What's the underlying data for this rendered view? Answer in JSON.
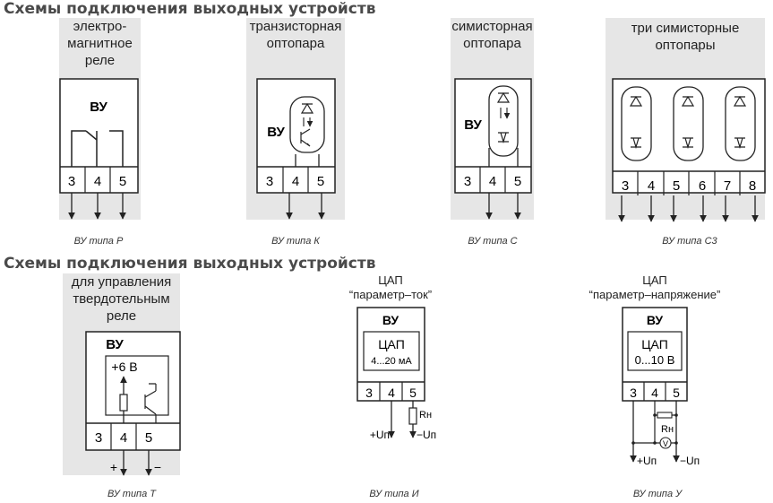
{
  "headings": {
    "row1": "Схемы подключения выходных устройств",
    "row2": "Схемы подключения выходных устройств"
  },
  "device_label": "ВУ",
  "devices": {
    "r": {
      "label_lines": [
        "электро-",
        "магнитное",
        "реле"
      ],
      "terminals": [
        "3",
        "4",
        "5"
      ],
      "caption": "ВУ типа Р"
    },
    "k": {
      "label_lines": [
        "транзисторная",
        "оптопара"
      ],
      "terminals": [
        "3",
        "4",
        "5"
      ],
      "caption": "ВУ типа К"
    },
    "s": {
      "label_lines": [
        "симисторная",
        "оптопара"
      ],
      "terminals": [
        "3",
        "4",
        "5"
      ],
      "caption": "ВУ типа С"
    },
    "s3": {
      "label_lines": [
        "три симисторные",
        "оптопары"
      ],
      "terminals": [
        "3",
        "4",
        "5",
        "6",
        "7",
        "8"
      ],
      "caption": "ВУ типа С3"
    },
    "t": {
      "label_lines": [
        "для управления",
        "твердотельным",
        "реле"
      ],
      "terminals": [
        "3",
        "4",
        "5"
      ],
      "voltage": "+6 В",
      "plus": "+",
      "minus": "−",
      "caption": "ВУ типа Т"
    },
    "i": {
      "label_lines": [
        "ЦАП",
        "“параметр–ток”"
      ],
      "dac_title": "ЦАП",
      "dac_range": "4...20 мА",
      "terminals": [
        "3",
        "4",
        "5"
      ],
      "load": "Rн",
      "up": "+Uп",
      "un": "−Uп",
      "caption": "ВУ типа И"
    },
    "u": {
      "label_lines": [
        "ЦАП",
        "“параметр–напряжение”"
      ],
      "dac_title": "ЦАП",
      "dac_range": "0...10 В",
      "terminals": [
        "3",
        "4",
        "5"
      ],
      "load": "Rн",
      "meter": "V",
      "up": "+Uп",
      "un": "−Uп",
      "caption": "ВУ типа У"
    }
  }
}
